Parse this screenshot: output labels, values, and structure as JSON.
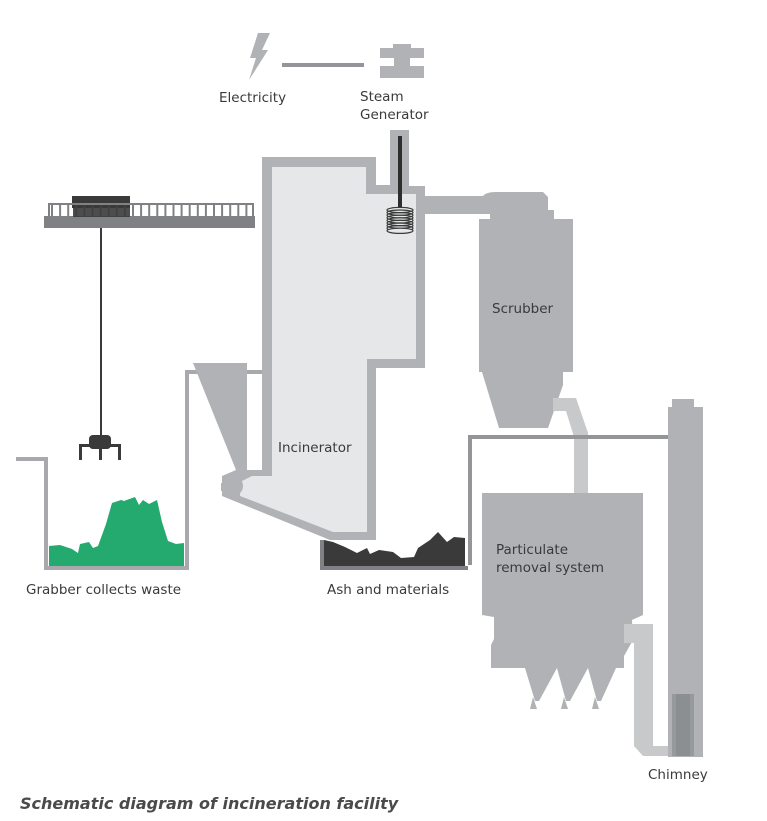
{
  "diagram": {
    "caption": "Schematic diagram of incineration facility",
    "labels": {
      "electricity": "Electricity",
      "steam_generator_line1": "Steam",
      "steam_generator_line2": "Generator",
      "incinerator": "Incinerator",
      "scrubber": "Scrubber",
      "grabber": "Grabber collects waste",
      "ash": "Ash and materials",
      "particulate_line1": "Particulate",
      "particulate_line2": "removal system",
      "chimney": "Chimney"
    },
    "icons": {
      "electricity": "lightning-bolt",
      "steam_generator": "turbine-spool",
      "coil": "heat-exchanger-coil",
      "grabber": "claw-grabber",
      "crane": "overhead-crane"
    },
    "colors": {
      "structure_gray": "#b1b2b5",
      "inner_light": "#e6e7e8",
      "dark": "#3a3a3a",
      "crane_gray": "#808184",
      "waste_green": "#24a96f",
      "duct_light": "#c8c9cb",
      "pipe_gray": "#939598"
    }
  }
}
